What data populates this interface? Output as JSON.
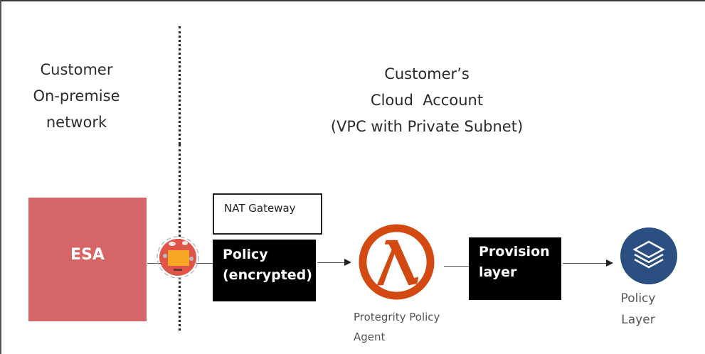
{
  "regions": {
    "on_premise": {
      "lines": [
        "Customer",
        "On-premise",
        "network"
      ]
    },
    "cloud": {
      "lines": [
        "Customer’s",
        "Cloud  Account",
        "(VPC with Private Subnet)"
      ]
    }
  },
  "nodes": {
    "esa": {
      "label": "ESA",
      "color": "#d56566"
    },
    "gateway_icon": {
      "icon": "vpn-gateway-icon",
      "color": "#e0554a",
      "accent": "#f5a623"
    },
    "nat_gateway": {
      "label": "NAT Gateway"
    },
    "policy": {
      "lines": [
        "Policy",
        "(encrypted)"
      ]
    },
    "agent": {
      "icon": "lambda-icon",
      "color": "#d24a11",
      "lines": [
        "Protegrity Policy",
        "Agent"
      ]
    },
    "provision": {
      "lines": [
        "Provision",
        "layer"
      ]
    },
    "policy_layer": {
      "icon": "layers-icon",
      "color": "#2c4f82",
      "lines": [
        "Policy",
        "Layer"
      ]
    }
  }
}
